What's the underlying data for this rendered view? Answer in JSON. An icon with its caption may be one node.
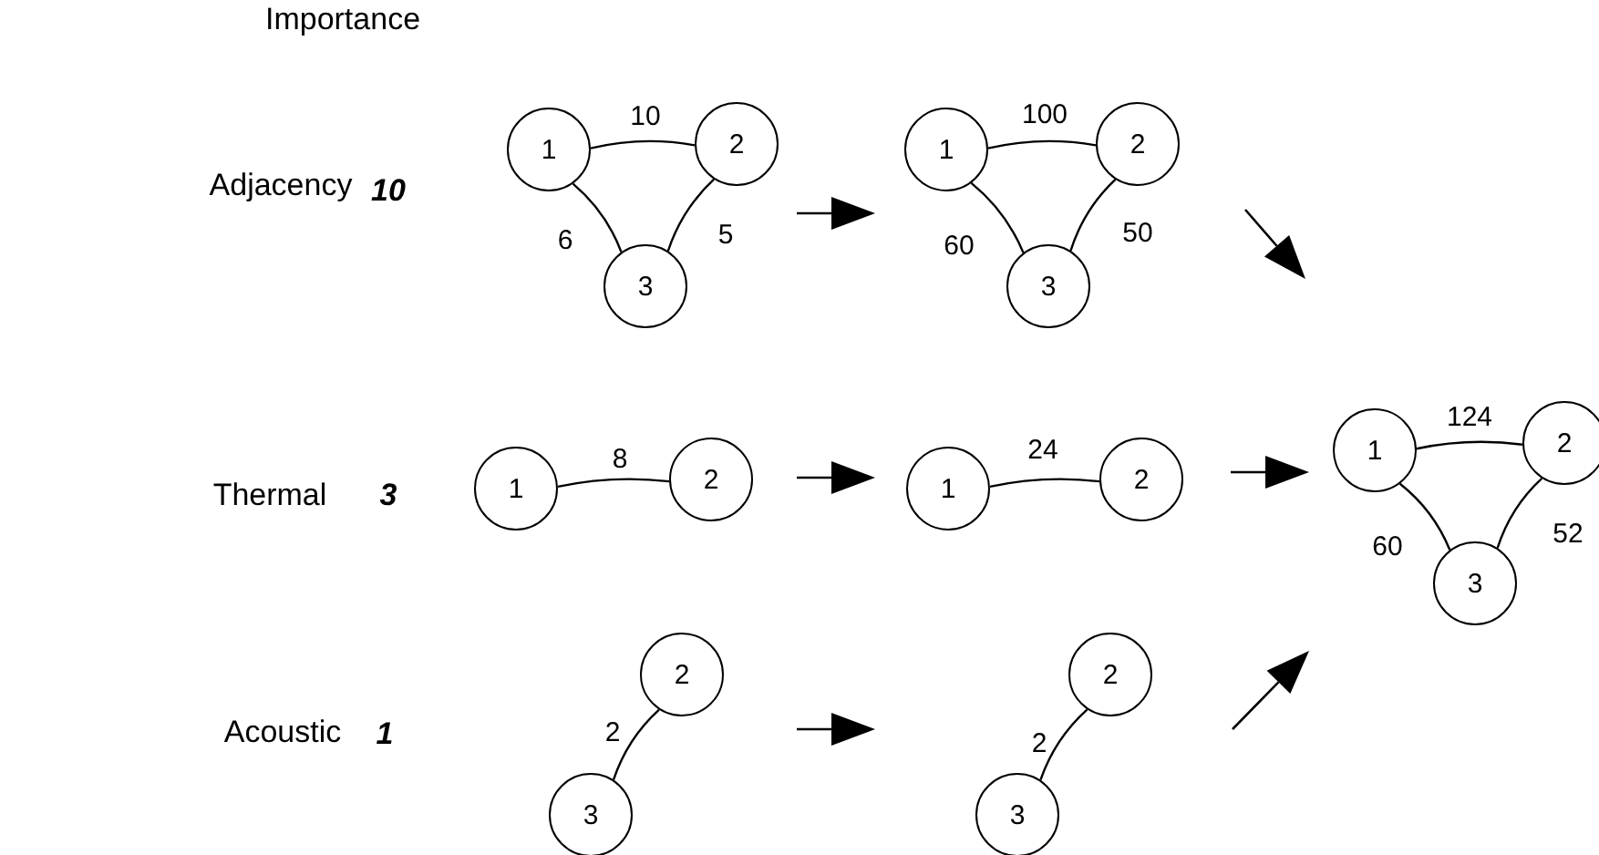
{
  "diagram": {
    "nodes": [
      {
        "text": [
          "1"
        ]
      },
      {
        "text": [
          "2"
        ]
      },
      {
        "text": [
          "3"
        ]
      },
      {
        "text": [
          "1"
        ]
      },
      {
        "text": [
          "2"
        ]
      },
      {
        "text": [
          "3"
        ]
      },
      {
        "text": [
          "1"
        ]
      },
      {
        "text": [
          "2"
        ]
      },
      {
        "text": [
          "1"
        ]
      },
      {
        "text": [
          "2"
        ]
      },
      {
        "text": [
          "1"
        ]
      },
      {
        "text": [
          "2"
        ]
      },
      {
        "text": [
          "3"
        ]
      },
      {
        "text": [
          "2"
        ]
      },
      {
        "text": [
          "3"
        ]
      },
      {
        "text": [
          "2"
        ]
      },
      {
        "text": [
          "3"
        ]
      }
    ],
    "edges": [
      {
        "from": 0,
        "to": 1,
        "arrow": "none",
        "label": "10"
      },
      {
        "from": 0,
        "to": 2,
        "arrow": "none",
        "label": "6"
      },
      {
        "from": 1,
        "to": 2,
        "arrow": "none",
        "label": "5"
      },
      {
        "from": 3,
        "to": 4,
        "arrow": "none",
        "label": "100"
      },
      {
        "from": 3,
        "to": 5,
        "arrow": "none",
        "label": "60"
      },
      {
        "from": 4,
        "to": 5,
        "arrow": "none",
        "label": "50"
      },
      {
        "from": 6,
        "to": 7,
        "arrow": "none",
        "label": "8"
      },
      {
        "from": 8,
        "to": 9,
        "arrow": "none",
        "label": "24"
      },
      {
        "from": 10,
        "to": 11,
        "arrow": "none",
        "label": "124"
      },
      {
        "from": 10,
        "to": 12,
        "arrow": "none",
        "label": "60"
      },
      {
        "from": 11,
        "to": 12,
        "arrow": "none",
        "label": "52"
      },
      {
        "from": 13,
        "to": 14,
        "arrow": "none",
        "label": "2"
      },
      {
        "from": 15,
        "to": 16,
        "arrow": "none",
        "label": "2"
      }
    ],
    "labels": [
      "Importance",
      "Adjacency",
      "10",
      "Thermal",
      "3",
      "Acoustic",
      "1"
    ]
  }
}
